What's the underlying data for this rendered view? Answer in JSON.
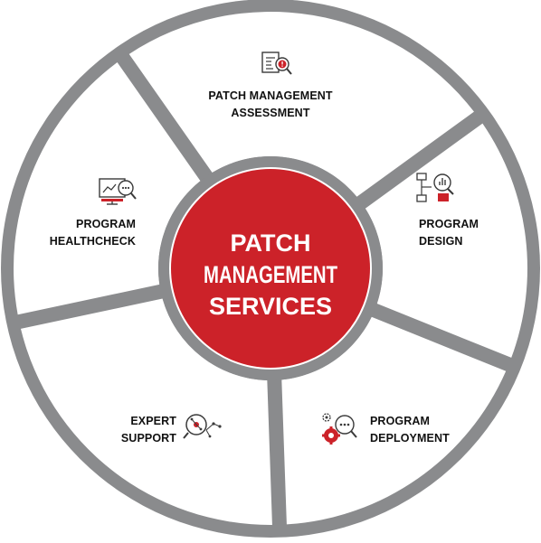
{
  "center": {
    "lines": [
      "PATCH",
      "MANAGEMENT",
      "SERVICES"
    ]
  },
  "segments": [
    {
      "id": "assessment",
      "lines": [
        "PATCH MANAGEMENT",
        "ASSESSMENT"
      ],
      "icon": "document-search-icon"
    },
    {
      "id": "design",
      "lines": [
        "PROGRAM",
        "DESIGN"
      ],
      "icon": "flowchart-magnifier-icon"
    },
    {
      "id": "deployment",
      "lines": [
        "PROGRAM",
        "DEPLOYMENT"
      ],
      "icon": "gears-magnifier-icon"
    },
    {
      "id": "support",
      "lines": [
        "EXPERT",
        "SUPPORT"
      ],
      "icon": "network-magnifier-icon"
    },
    {
      "id": "healthcheck",
      "lines": [
        "PROGRAM",
        "HEALTHCHECK"
      ],
      "icon": "monitor-chart-magnifier-icon"
    }
  ],
  "colors": {
    "ring_gray": "#8a8b8d",
    "segment_fill": "#ffffff",
    "center_red": "#cc2229",
    "icon_red": "#cc2229",
    "icon_dark": "#3a3a3a",
    "text_dark": "#111111"
  }
}
